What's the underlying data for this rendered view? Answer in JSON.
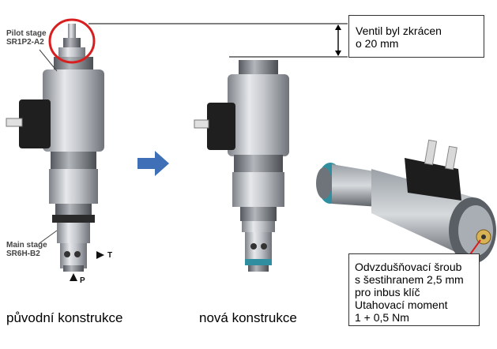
{
  "labels": {
    "pilot_stage_title": "Pilot stage",
    "pilot_stage_code": "SR1P2-A2",
    "main_stage_title": "Main stage",
    "main_stage_code": "SR6H-B2",
    "port_t": "T",
    "port_p": "P"
  },
  "captions": {
    "original": "původní konstrukce",
    "new": "nová konstrukce"
  },
  "notes": {
    "shortened_line1": "Ventil byl zkrácen",
    "shortened_line2": "o 20 mm",
    "screw_line1": "Odvzdušňovací šroub",
    "screw_line2": "s šestihranem 2,5 mm",
    "screw_line3": "pro inbus klíč",
    "screw_line4": "Utahovací moment",
    "screw_line5": "1 + 0,5 Nm"
  },
  "colors": {
    "highlight_circle": "#d81e1e",
    "arrow": "#3f6fb6",
    "steel": "#b8bcc2",
    "coil_black": "#1d1d1d",
    "seal_blue": "#2f8fa0"
  }
}
